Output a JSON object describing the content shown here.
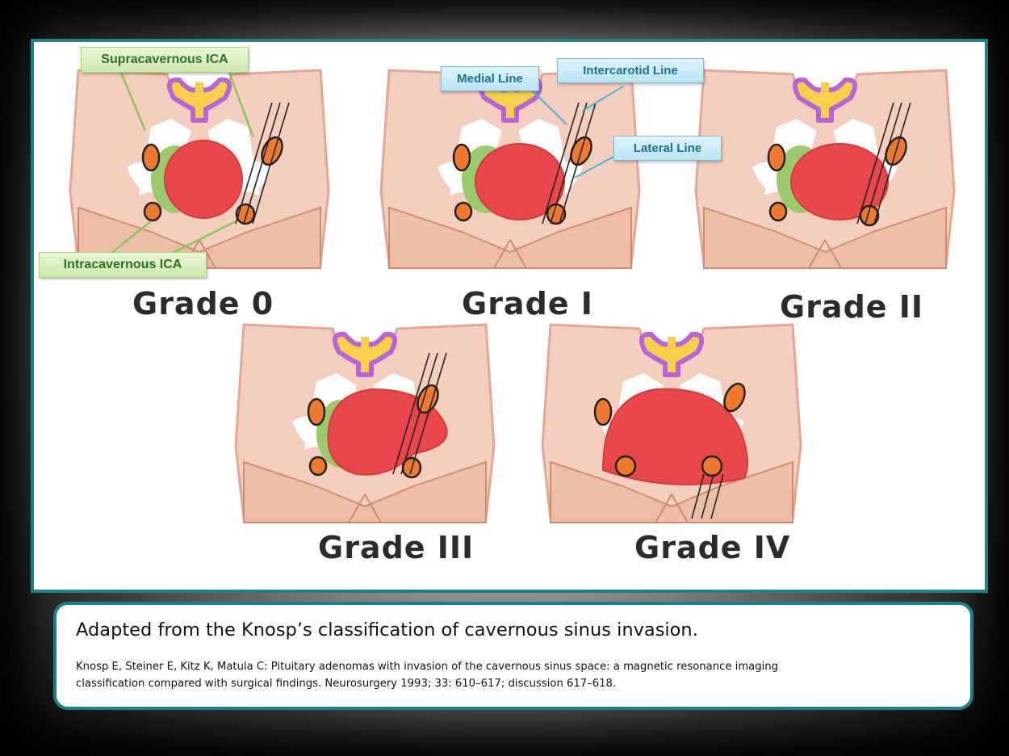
{
  "labels": {
    "supracavernous": "Supracavernous ICA",
    "intracavernous": "Intracavernous ICA",
    "medial_line": "Medial Line",
    "intercarotid_line": "Intercarotid Line",
    "lateral_line": "Lateral Line"
  },
  "grades": [
    "Grade 0",
    "Grade I",
    "Grade II",
    "Grade III",
    "Grade IV"
  ],
  "caption": {
    "title": "Adapted from the Knosp’s classification of cavernous sinus invasion.",
    "reference_line1": "Knosp E, Steiner E, Kitz K, Matula C: Pituitary adenomas with invasion of the cavernous sinus space: a magnetic resonance imaging",
    "reference_line2": "classification compared with surgical findings. Neurosurgery 1993; 33: 610–617;  discussion 617–618."
  },
  "colors": {
    "frame_border": "#1e7f86",
    "tumor": "#e8484a",
    "carotid": "#ef7a2e",
    "stalk": "#f2c94c",
    "stalk_outline": "#b565d8",
    "gland": "#9cc96b",
    "bone": "#f2c9b6"
  }
}
